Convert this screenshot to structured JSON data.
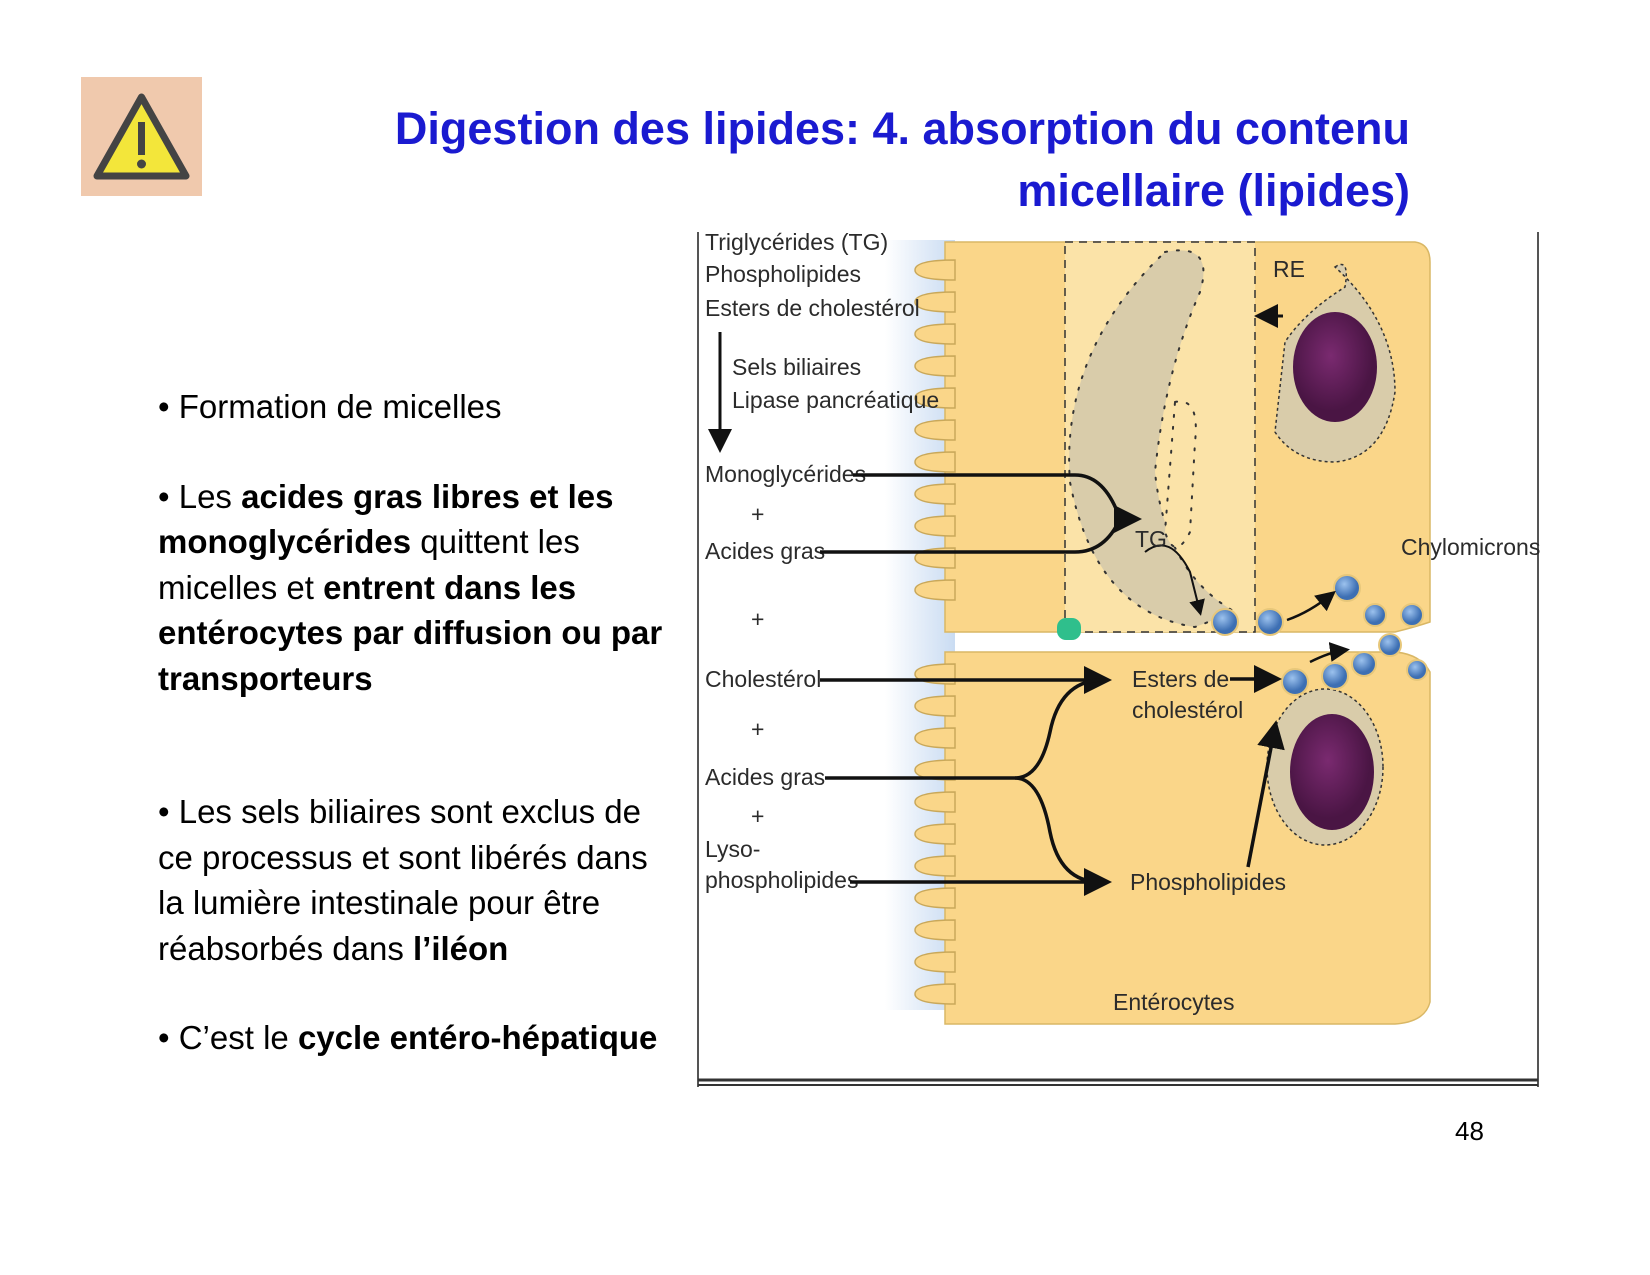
{
  "slide": {
    "title_line1": "Digestion des lipides: 4. absorption du contenu",
    "title_line2": "micellaire (lipides)",
    "title_color": "#1a1ad0",
    "page_number": "48",
    "warning_icon": "warning-triangle-icon",
    "warning_bg": "#f0c9ad"
  },
  "bullets": [
    {
      "segments": [
        {
          "text": "• Formation de micelles",
          "bold": false
        }
      ]
    },
    {
      "segments": [
        {
          "text": "• Les ",
          "bold": false
        },
        {
          "text": "acides gras libres et les monoglycérides",
          "bold": true
        },
        {
          "text": " quittent les micelles et ",
          "bold": false
        },
        {
          "text": "entrent dans les entérocytes par diffusion ou par transporteurs",
          "bold": true
        }
      ]
    },
    {
      "segments": [
        {
          "text": "• Les sels biliaires sont exclus de ce processus et sont libérés dans la lumière intestinale pour être réabsorbés dans ",
          "bold": false
        },
        {
          "text": "l’iléon",
          "bold": true
        }
      ]
    },
    {
      "segments": [
        {
          "text": "• C’est le ",
          "bold": false
        },
        {
          "text": "cycle entéro-hépatique",
          "bold": true
        }
      ]
    }
  ],
  "diagram": {
    "lumen_inputs": [
      "Triglycérides (TG)",
      "Phospholipides",
      "Esters de cholestérol"
    ],
    "enzymes": [
      "Sels biliaires",
      "Lipase pancréatique"
    ],
    "upper_reactants": [
      "Monoglycérides",
      "+",
      "Acides gras"
    ],
    "between_plus": "+",
    "lower_reactants": [
      "Cholestérol",
      "+",
      "Acides gras",
      "+",
      "Lyso-",
      "phospholipides"
    ],
    "tg_label": "TG",
    "re_label": "RE",
    "products": [
      "Esters de",
      "cholestérol",
      "Phospholipides"
    ],
    "chylomicrons_label": "Chylomicrons",
    "cells_label": "Entérocytes",
    "colors": {
      "cell": "#fad689",
      "golgi": "#d9ccaa",
      "nucleus": "#5e2156",
      "chylo": "#4f86c6",
      "villi_shadow": "#bcd3ef",
      "transporter": "#2fbf8c"
    }
  }
}
